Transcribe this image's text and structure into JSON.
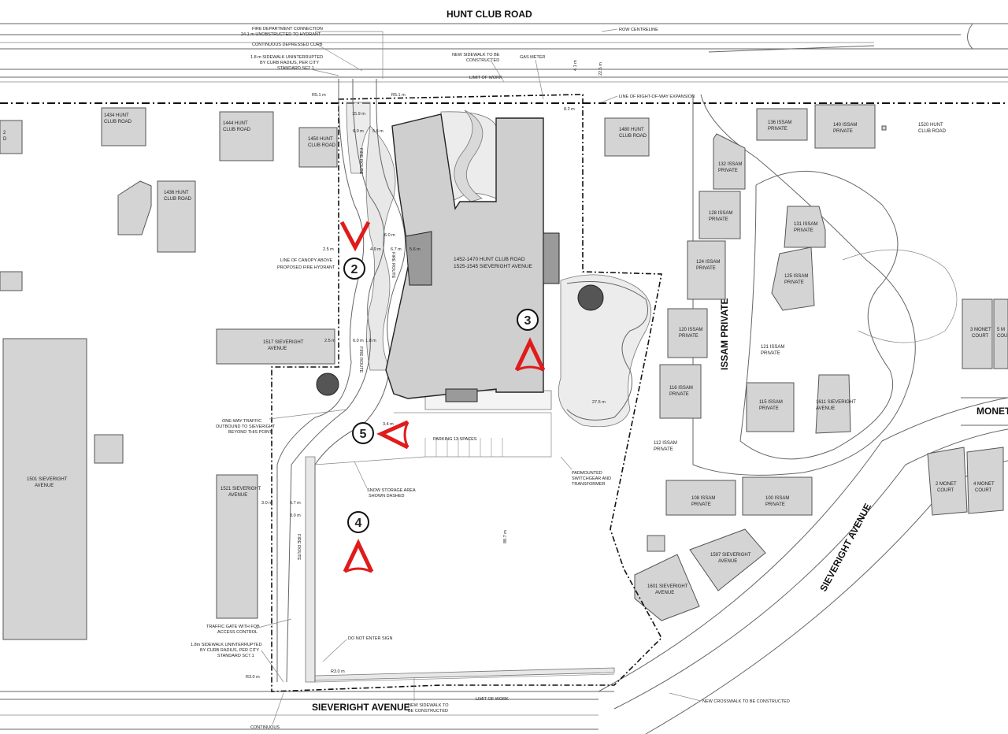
{
  "streets": {
    "hunt_club": "HUNT CLUB ROAD",
    "sieveright": "SIEVERIGHT AVENUE",
    "sieveright_diag": "SIEVERIGHT AVENUE",
    "issam_private": "ISSAM PRIVATE",
    "monet": "MONET"
  },
  "building": {
    "address_1": "1452-1470 HUNT CLUB ROAD",
    "address_2": "1525-1545 SIEVERIGHT AVENUE"
  },
  "neighbors": {
    "n1434": [
      "1434 HUNT",
      "CLUB ROAD"
    ],
    "n1444": [
      "1444 HUNT",
      "CLUB ROAD"
    ],
    "n1450": [
      "1450 HUNT",
      "CLUB ROAD"
    ],
    "n1436": [
      "1436 HUNT",
      "CLUB ROAD"
    ],
    "n1480": [
      "1480 HUNT",
      "CLUB ROAD"
    ],
    "n1520": [
      "1520 HUNT",
      "CLUB ROAD"
    ],
    "i136": [
      "136 ISSAM",
      "PRIVATE"
    ],
    "i140": [
      "140 ISSAM",
      "PRIVATE"
    ],
    "i132": [
      "132 ISSAM",
      "PRIVATE"
    ],
    "i128": [
      "128 ISSAM",
      "PRIVATE"
    ],
    "i124": [
      "124 ISSAM",
      "PRIVATE"
    ],
    "i120": [
      "120 ISSAM",
      "PRIVATE"
    ],
    "i116": [
      "116 ISSAM",
      "PRIVATE"
    ],
    "i131": [
      "131 ISSAM",
      "PRIVATE"
    ],
    "i125": [
      "125 ISSAM",
      "PRIVATE"
    ],
    "i121": [
      "121 ISSAM",
      "PRIVATE"
    ],
    "i115": [
      "115 ISSAM",
      "PRIVATE"
    ],
    "i112": [
      "112 ISSAM",
      "PRIVATE"
    ],
    "i108": [
      "108 ISSAM",
      "PRIVATE"
    ],
    "i100": [
      "100 ISSAM",
      "PRIVATE"
    ],
    "s1611": [
      "1611 SIEVERIGHT",
      "AVENUE"
    ],
    "s1517": [
      "1517 SIEVERIGHT",
      "AVENUE"
    ],
    "s1521": [
      "1521 SIEVERIGHT",
      "AVENUE"
    ],
    "s1501": [
      "1501 SIEVERIGHT",
      "AVENUE"
    ],
    "s1601": [
      "1601 SIEVERIGHT",
      "AVENUE"
    ],
    "s1597": [
      "1597 SIEVERIGHT",
      "AVENUE"
    ],
    "m3": [
      "3 MONET",
      "COURT"
    ],
    "m5": [
      "5 M",
      "COU"
    ],
    "m2": [
      "2 MONET",
      "COURT"
    ],
    "m4": [
      "4 MONET",
      "COURT"
    ]
  },
  "callouts": {
    "fdc": [
      "FIRE DEPARTMENT CONNECTION",
      "24.1 m UNOBSTRUCTED TO HYDRANT"
    ],
    "curb": "CONTINUOUS DEPRESSED CURB",
    "sidewalk_n": [
      "1.8 m SIDEWALK UNINTERRUPTED",
      "BY CURB RADIUS, PER CITY",
      "STANDARD SC7.1"
    ],
    "new_sidewalk_n": [
      "NEW SIDEWALK TO BE",
      "CONSTRUCTED"
    ],
    "gas": "GAS METER",
    "row": "ROW CENTRELINE",
    "limit_n": "LIMIT OF WORK",
    "row_exp": "LINE OF RIGHT-OF-WAY EXPANSION",
    "canopy": [
      "LINE OF CANOPY ABOVE",
      "PROPOSED FIRE HYDRANT"
    ],
    "one_way": [
      "ONE-WAY TRAFFIC",
      "OUTBOUND TO SIEVERIGHT",
      "BEYOND THIS POINT"
    ],
    "snow": [
      "SNOW STORAGE AREA",
      "SHOWN DASHED"
    ],
    "parking": "PARKING 13 SPACES",
    "pad": [
      "PADMOUNTED",
      "SWITCHGEAR AND",
      "TRANSFORMER"
    ],
    "gate": [
      "TRAFFIC GATE WITH FOB",
      "ACCESS CONTROL"
    ],
    "sidewalk_s": [
      "1.8m SIDEWALK UNINTERRUPTED",
      "BY CURB RADIUS, PER CITY",
      "STANDARD SC7.1"
    ],
    "dne": "DO NOT ENTER SIGN",
    "new_sidewalk_s": [
      "NEW SIDEWALK TO",
      "BE CONSTRUCTED"
    ],
    "limit_s": "LIMIT OF WORK",
    "crosswalk": "NEW CROSSWALK TO BE CONSTRUCTED",
    "continuous": "CONTINUOUS",
    "fire_route": "FIRE ROUTE"
  },
  "dims": {
    "r5": "R5.1 m",
    "r5b": "R5.1 m",
    "d159": "15.9 m",
    "d60": "6.0 m",
    "d56": "5.6 m",
    "d41": "4.1 m",
    "d225": "22.5 m",
    "d82": "8.2 m",
    "d25a": "2.5 m",
    "d49": "4.9 m",
    "d67": "6.7 m",
    "d56b": "5.6 m",
    "d60b": "6.0 m",
    "d25b": "2.5 m",
    "d60c": "6.0 m",
    "d18": "1.8 m",
    "d34": "3.4 m",
    "d30": "3.0 m",
    "d67b": "6.7 m",
    "d80": "8.0 m",
    "d275": "27.5 m",
    "d887": "88.7 m",
    "r30": "R3.0 m",
    "r30b": "R3.0 m"
  },
  "viewpoints": [
    "2",
    "3",
    "4",
    "5"
  ],
  "colors": {
    "viewpoint": "#e01b1b",
    "building": "#d4d4d4",
    "landscape": "#d9d9d9"
  }
}
